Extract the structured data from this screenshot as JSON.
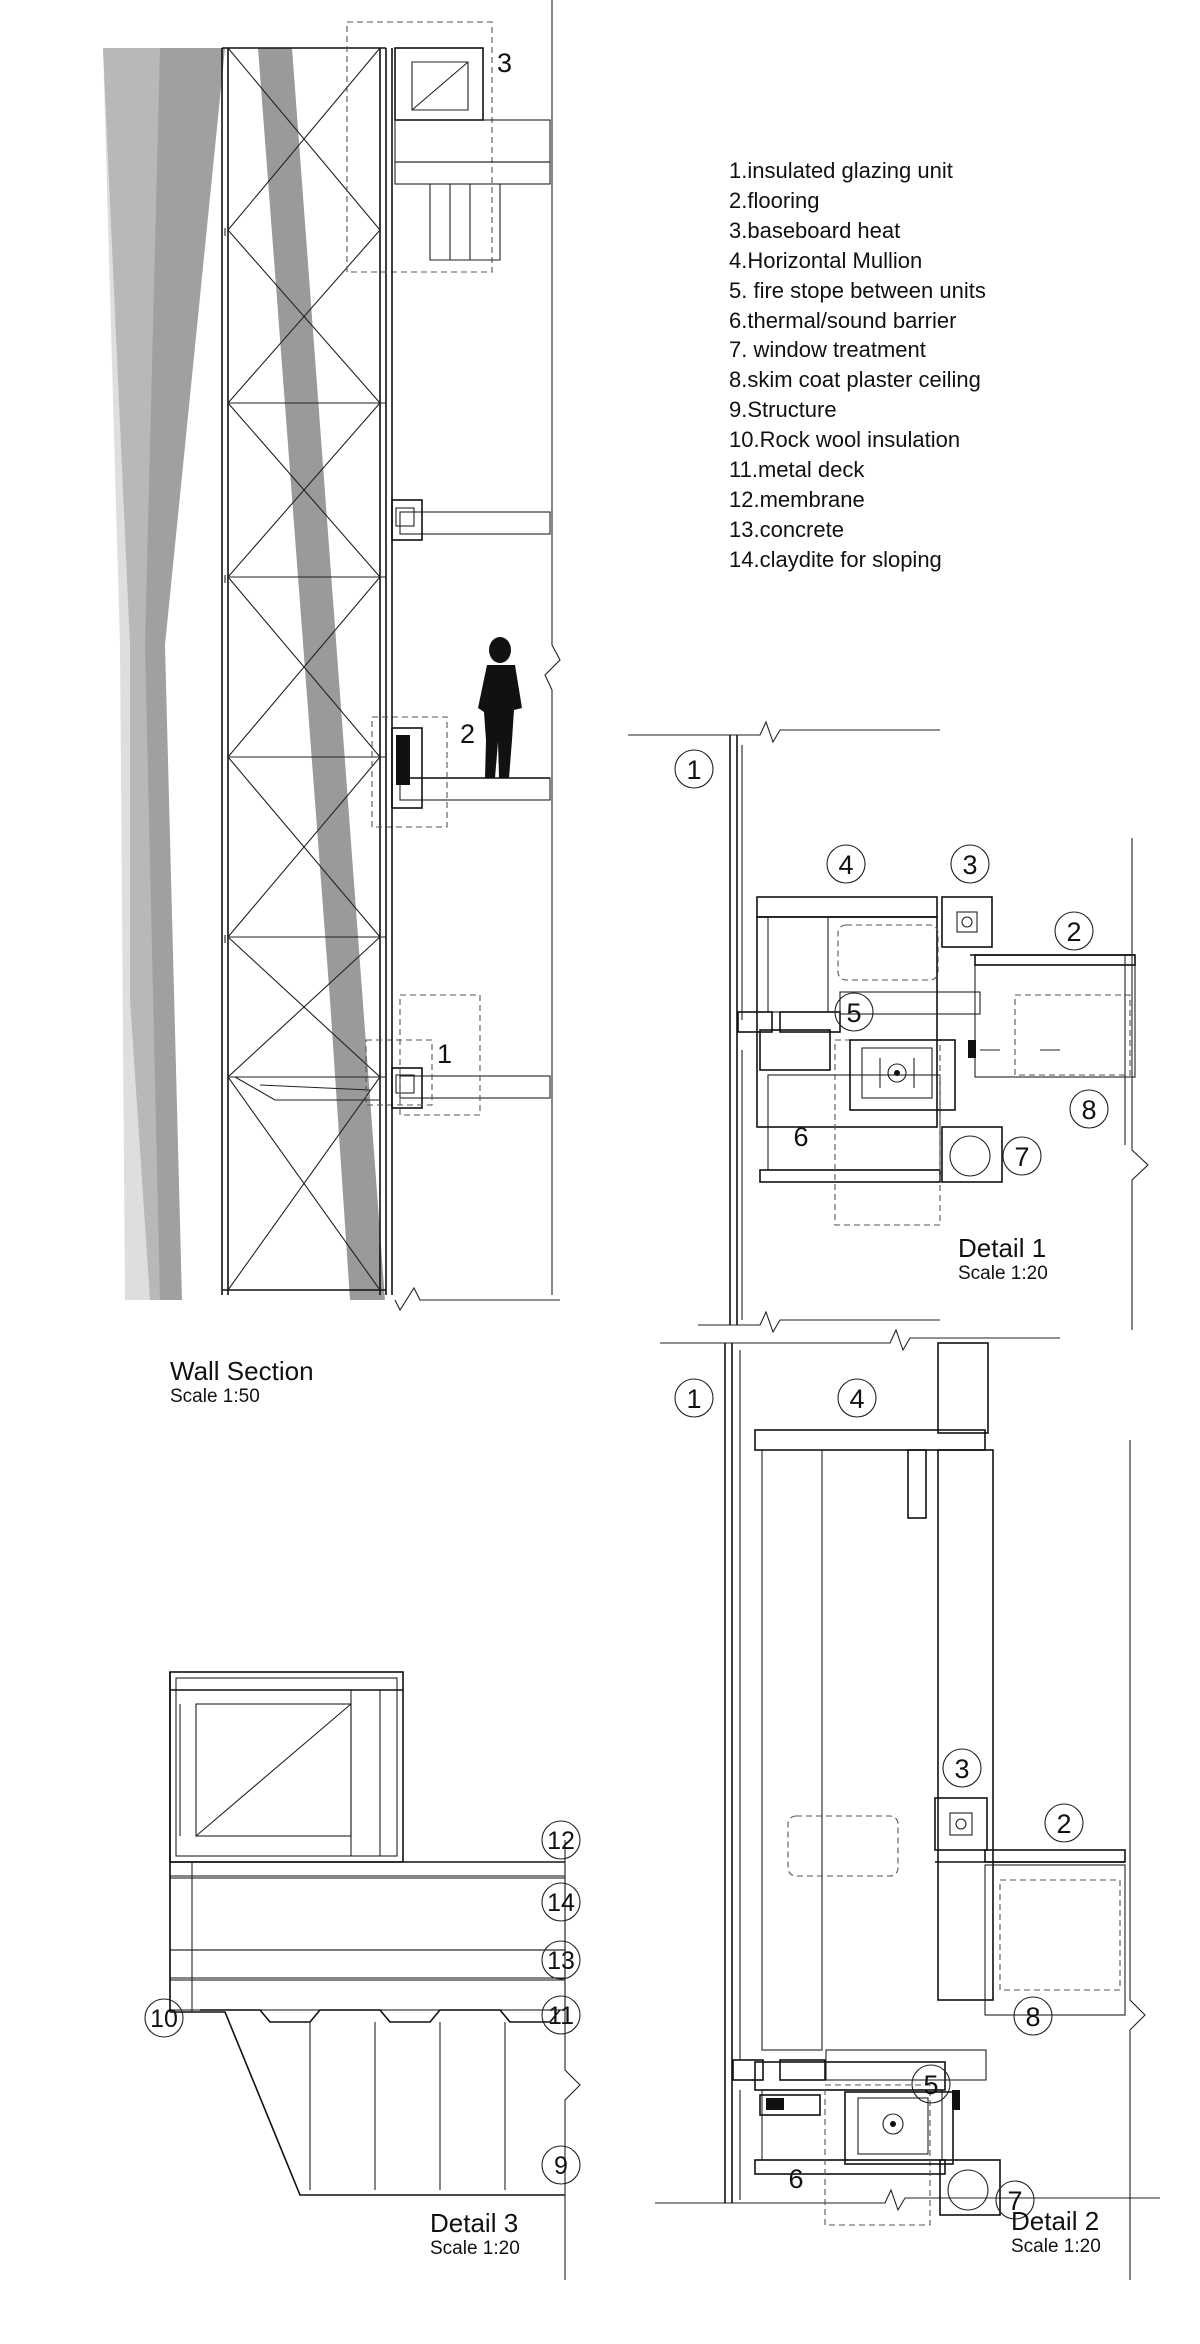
{
  "legend": [
    "1.insulated glazing unit",
    "2.flooring",
    "3.baseboard heat",
    "4.Horizontal Mullion",
    "5. fire stope between units",
    "6.thermal/sound barrier",
    "7. window treatment",
    "8.skim coat plaster ceiling",
    "9.Structure",
    "10.Rock wool insulation",
    "11.metal deck",
    "12.membrane",
    "13.concrete",
    "14.claydite for sloping"
  ],
  "drawings": {
    "wall_section": {
      "title": "Wall Section",
      "scale": "Scale 1:50",
      "callouts": [
        "1",
        "2",
        "3"
      ]
    },
    "detail1": {
      "title": "Detail 1",
      "scale": "Scale 1:20",
      "callouts": [
        "1",
        "2",
        "3",
        "4",
        "5",
        "6",
        "7",
        "8"
      ]
    },
    "detail2": {
      "title": "Detail 2",
      "scale": "Scale 1:20",
      "callouts": [
        "1",
        "2",
        "3",
        "4",
        "5",
        "6",
        "7",
        "8"
      ]
    },
    "detail3": {
      "title": "Detail 3",
      "scale": "Scale 1:20",
      "callouts": [
        "9",
        "10",
        "11",
        "12",
        "13",
        "14"
      ]
    }
  },
  "colors": {
    "line": "#111111",
    "glass_band": "#999999",
    "hatch": "#333333",
    "background": "#ffffff"
  }
}
